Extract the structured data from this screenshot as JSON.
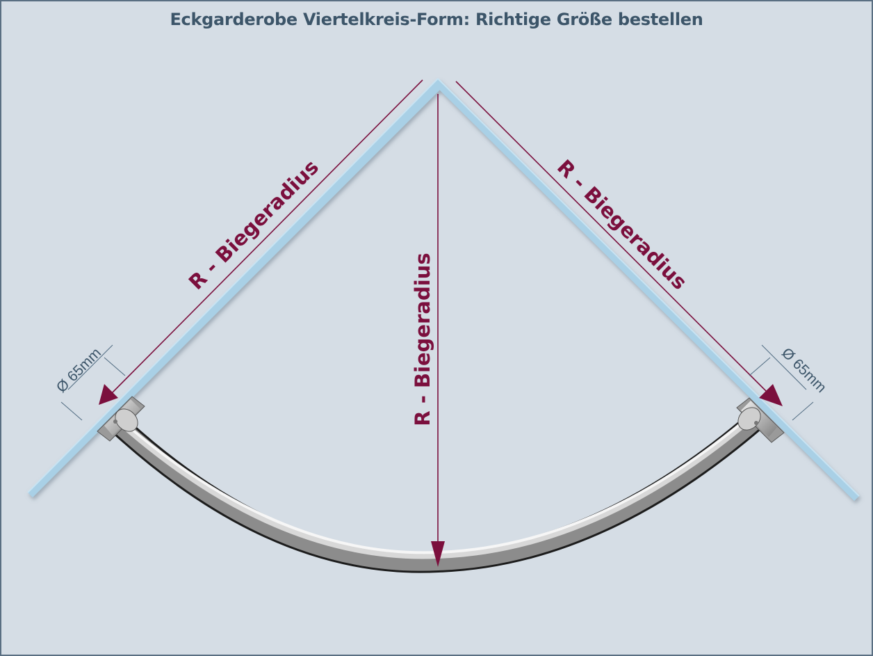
{
  "title": "Eckgarderobe Viertelkreis-Form: Richtige Größe bestellen",
  "labels": {
    "radius_left": "R - Biegeradius",
    "radius_center": "R - Biegeradius",
    "radius_right": "R - Biegeradius",
    "diameter_left": "Ø 65mm",
    "diameter_right": "Ø 65mm"
  },
  "colors": {
    "background": "#d5dde5",
    "wall": "#a9d0e6",
    "dimension": "#7b0f3d",
    "title": "#3c5569",
    "diameter_line": "#4f6a80"
  }
}
